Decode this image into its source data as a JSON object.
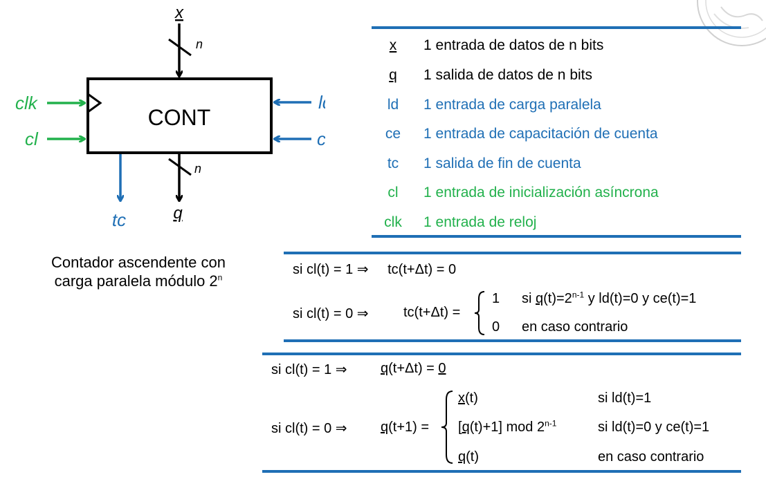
{
  "colors": {
    "green": "#22b14c",
    "blue": "#1f6fb5",
    "black": "#000000",
    "rule": "#1f6fb5"
  },
  "block": {
    "name": "CONT",
    "input_top": "x",
    "output_bottom": "q",
    "width_label_top": "n",
    "width_label_bottom": "n",
    "left_inputs": [
      "clk",
      "cl"
    ],
    "right_inputs": [
      "ld",
      "ce"
    ],
    "bottom_output": "tc"
  },
  "caption": {
    "line1": "Contador ascendente con",
    "line2": "carga paralela módulo 2",
    "line2_sup": "n"
  },
  "signals": [
    {
      "name": "x",
      "desc": "1 entrada de datos de n bits",
      "color": "black",
      "underline": true
    },
    {
      "name": "q",
      "desc": "1 salida de datos de n bits",
      "color": "black",
      "underline": true
    },
    {
      "name": "ld",
      "desc": "1 entrada de carga paralela",
      "color": "blue",
      "underline": false
    },
    {
      "name": "ce",
      "desc": "1 entrada de capacitación de cuenta",
      "color": "blue",
      "underline": false
    },
    {
      "name": "tc",
      "desc": "1 salida de fin de cuenta",
      "color": "blue",
      "underline": false
    },
    {
      "name": "cl",
      "desc": "1 entrada de inicialización asíncrona",
      "color": "green",
      "underline": false
    },
    {
      "name": "clk",
      "desc": "1 entrada de reloj",
      "color": "green",
      "underline": false
    }
  ],
  "eq_tc": {
    "line1_left": "si cl(t) = 1 ⇒",
    "line1_right": "tc(t+Δt) = 0",
    "line2_left": "si cl(t) = 0 ⇒",
    "line2_right": "tc(t+Δt) =",
    "case1_val": "1",
    "case1_cond_pre": "si ",
    "case1_cond_q": "q",
    "case1_cond_mid": "(t)=2",
    "case1_cond_sup": "n-1",
    "case1_cond_post": " y ld(t)=0 y ce(t)=1",
    "case2_val": "0",
    "case2_cond": "en caso contrario"
  },
  "eq_q": {
    "line1_left": "si cl(t) = 1 ⇒",
    "line1_q": "q",
    "line1_mid": "(t+Δt) = ",
    "line1_zero": "0",
    "line2_left": "si cl(t) = 0 ⇒",
    "line2_q": "q",
    "line2_mid": "(t+1) =",
    "case1_x": "x",
    "case1_rest": "(t)",
    "case1_cond": "si ld(t)=1",
    "case2_pre": "[",
    "case2_q": "q",
    "case2_post": "(t)+1] mod 2",
    "case2_sup": "n-1",
    "case2_cond": "si ld(t)=0 y ce(t)=1",
    "case3_q": "q",
    "case3_rest": "(t)",
    "case3_cond": "en caso contrario"
  }
}
